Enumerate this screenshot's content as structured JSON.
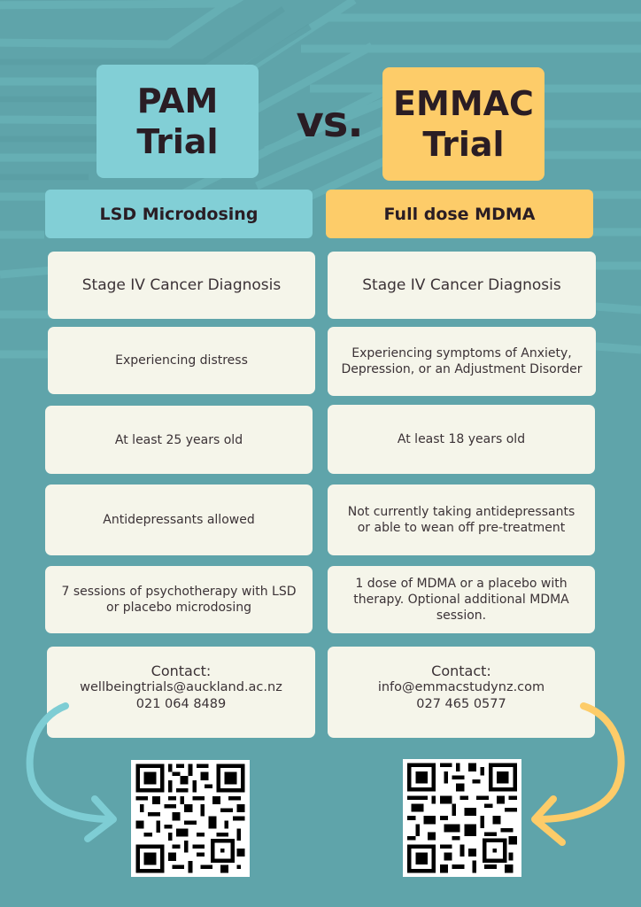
{
  "colors": {
    "background": "#5fa4aa",
    "pam_accent": "#82cfd6",
    "emmac_accent": "#fdcc69",
    "card_bg": "#f5f5ea",
    "heading_text": "#2a1d24",
    "body_text": "#3b3236"
  },
  "header": {
    "left_trial": {
      "line1": "PAM",
      "line2": "Trial"
    },
    "separator": "vs.",
    "right_trial": {
      "line1": "EMMAC",
      "line2": "Trial"
    }
  },
  "subheadings": {
    "left": "LSD Microdosing",
    "right": "Full dose MDMA"
  },
  "comparison_rows": [
    {
      "left": "Stage IV Cancer Diagnosis",
      "right": "Stage IV Cancer Diagnosis"
    },
    {
      "left": "Experiencing distress",
      "right": "Experiencing symptoms of Anxiety, Depression, or an Adjustment Disorder"
    },
    {
      "left": "At least 25 years old",
      "right": "At least 18 years old"
    },
    {
      "left": "Antidepressants allowed",
      "right": "Not currently taking antidepressants or able to wean off pre-treatment"
    },
    {
      "left": "7 sessions of psychotherapy with LSD or placebo microdosing",
      "right": "1 dose of MDMA or a placebo with therapy. Optional additional MDMA session."
    }
  ],
  "contacts": {
    "left": {
      "label": "Contact:",
      "email": "wellbeingtrials@auckland.ac.nz",
      "phone": "021 064 8489"
    },
    "right": {
      "label": "Contact:",
      "email": "info@emmacstudynz.com",
      "phone": "027 465 0577"
    }
  },
  "icons": {
    "left_arrow": "curved-arrow-icon",
    "right_arrow": "curved-arrow-icon",
    "left_qr": "qr-code-icon",
    "right_qr": "qr-code-icon"
  }
}
